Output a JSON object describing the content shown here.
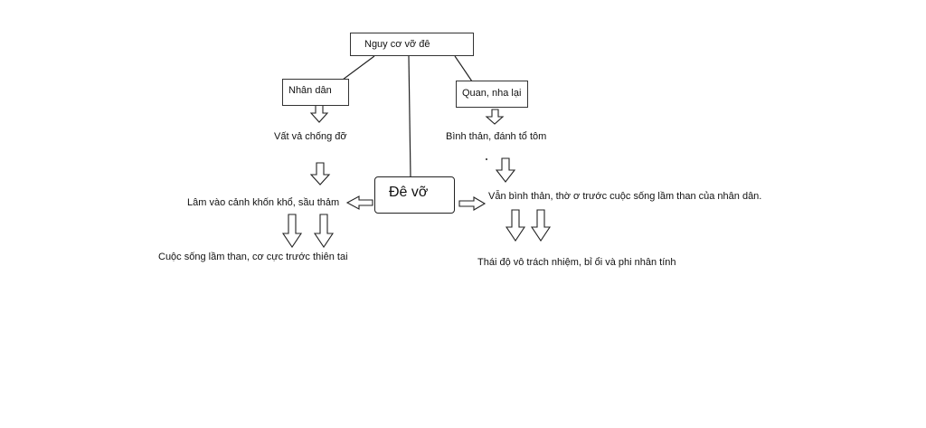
{
  "nodes": {
    "top": "Nguy cơ vỡ đê",
    "people": "Nhân dân",
    "officials": "Quan, nha lại",
    "center": "Đê vỡ"
  },
  "people_branch": {
    "step1": "Vất vả chống đỡ",
    "step2": "Lâm vào cảnh khốn khổ, sầu thảm",
    "step3": "Cuộc sống lầm than, cơ cực trước thiên tai"
  },
  "officials_branch": {
    "step1": "Bình thản, đánh tổ tôm",
    "step2": "Vẫn bình thản, thờ ơ trước cuộc sống lầm than của nhân dân.",
    "step3": "Thái độ vô trách nhiệm, bỉ ổi và phi nhân tính"
  },
  "colors": {
    "line": "#222222",
    "text": "#111111"
  }
}
